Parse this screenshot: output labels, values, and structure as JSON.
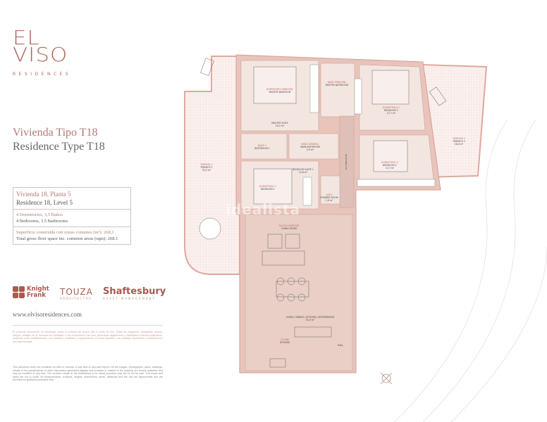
{
  "brand": {
    "line1": "EL",
    "line2": "VISO",
    "sub": "RESIDENCES",
    "color": "#b0695c"
  },
  "title": {
    "es": "Vivienda Tipo T18",
    "en": "Residence Type T18"
  },
  "info": {
    "unit_es": "Vivienda 18, Planta 5",
    "unit_en": "Residence 18, Level 5",
    "rooms_es": "4 Dormitorios, 3,5 Baños",
    "rooms_en": "4 Bedrooms, 3.5 Bathrooms",
    "area_es": "Superficie construida con zonas comunes (m²): 268,1",
    "area_en": "Total gross floor space inc. common areas (sqm): 268.1"
  },
  "partners": {
    "knight_frank_1": "Knight",
    "knight_frank_2": "Frank",
    "touza": "TOUZA",
    "touza_sub": "ARQUITECTOS",
    "shaftesbury": "Shaftesbury",
    "shaftesbury_sub": "ASSET MANAGEMENT"
  },
  "website": "www.elvisoresidences.com",
  "disclaimer_es": "El presente documento no constituye oferta ni contrato de ningún tipo ni parte de ello. Todas las imágenes, fotografías, planos, dibujos, detalles de la memoria de calidades u otra información han sido generadas digitalmente y facilitadas a efectos ilustrativos, pudiendo sufrir modificaciones. Los muebles, mobiliario y equipamiento no están incluidos. Las medidas, superficies y distribuciones son aproximadas.",
  "disclaimer_en": "This document does not constitute an offer or contract of any kind or any part thereof. All the images, photographs, plans, drawings, details of the specifications or other information generated digitally and provided in relation to the property are merely indicative and may be modified at any time. The furniture shown in the illustrations is for visual purposes only and is not for sale. The scope and plans are not to scale; all measurements, surfaces, heights, dimensions, areas, distances and the use are approximate and are provided for guidance purposes only.",
  "watermark": "idealista",
  "plan": {
    "wall_color": "#e8c4bb",
    "floor_color": "#f3e6e1",
    "living_color": "#e9cfc6",
    "rooms": [
      {
        "es": "DORMITORIO PRINCIPAL",
        "en": "MASTER BEDROOM",
        "area": ""
      },
      {
        "es": "",
        "en": "MASTER SUITE",
        "area": "20,2 m²"
      },
      {
        "es": "BAÑO PRINCIPAL",
        "en": "MASTER BATHROOM",
        "area": ""
      },
      {
        "es": "DORMITORIO 3",
        "en": "BEDROOM 3",
        "area": "13,7 m²"
      },
      {
        "es": "BAÑO 1",
        "en": "BATHROOM 1",
        "area": ""
      },
      {
        "es": "BAÑO GENERAL",
        "en": "MAIN BATHROOM",
        "area": "4,9 m²"
      },
      {
        "es": "DORMITORIO 2",
        "en": "BEDROOM 2",
        "area": "13,7 m²"
      },
      {
        "es": "",
        "en": "BEDROOM SUITE 1",
        "area": "14,8 m²"
      },
      {
        "es": "DORMITORIO 1",
        "en": "BEDROOM 1",
        "area": ""
      },
      {
        "es": "ASEO",
        "en": "POWDER ROOM",
        "area": "1,8 m²"
      },
      {
        "es": "SALÓN-COMEDOR",
        "en": "LIVING ROOM",
        "area": ""
      },
      {
        "es": "",
        "en": "LIVING / DINING / KITCHEN / DISTRIBUIDOR",
        "area": "54,3 m²"
      },
      {
        "es": "COCINA",
        "en": "KITCHEN",
        "area": ""
      },
      {
        "es": "",
        "en": "HALL",
        "area": ""
      },
      {
        "es": "TERRAZA 1",
        "en": "TERRACE 1",
        "area": "34,5 m²"
      },
      {
        "es": "TERRAZA 2",
        "en": "TERRACE 2",
        "area": "18,6 m²"
      }
    ],
    "corridor": "DISTRIBUIDOR",
    "compass_icon": "north-arrow-icon"
  }
}
